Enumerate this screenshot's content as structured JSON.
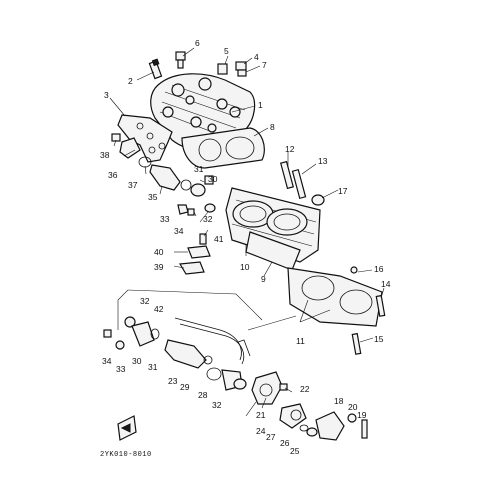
{
  "diagram": {
    "callouts": [
      "1",
      "2",
      "3",
      "4",
      "5",
      "6",
      "7",
      "8",
      "9",
      "10",
      "11",
      "12",
      "13",
      "14",
      "15",
      "16",
      "17",
      "18",
      "19",
      "20",
      "21",
      "22",
      "23",
      "24",
      "25",
      "26",
      "27",
      "28",
      "29",
      "30",
      "31",
      "32",
      "33",
      "34",
      "35",
      "36",
      "37",
      "38",
      "39",
      "40",
      "41",
      "42"
    ],
    "drawing_code": "2YK010-8010"
  }
}
